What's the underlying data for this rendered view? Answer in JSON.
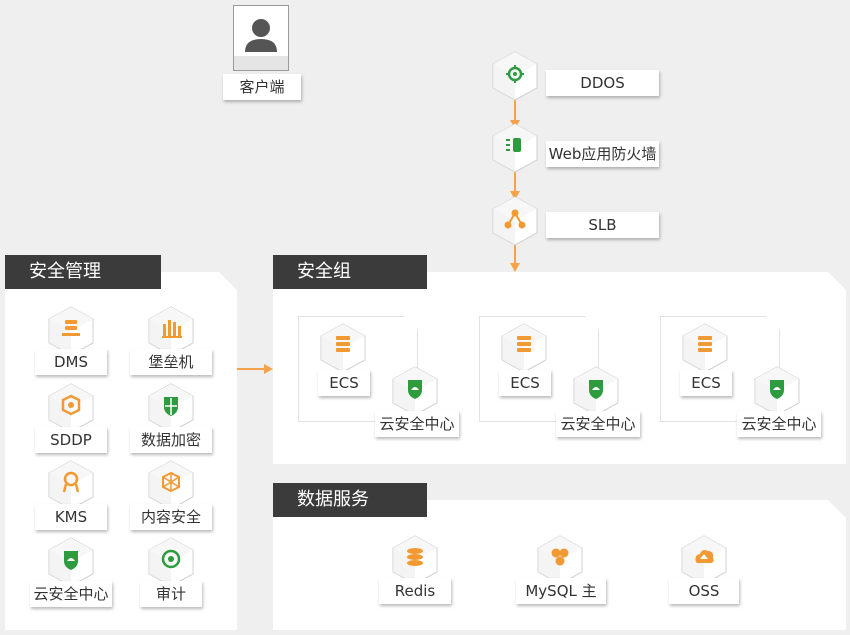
{
  "colors": {
    "accent_orange": "#f5a34a",
    "icon_orange": "#f19a33",
    "icon_green": "#2e9c3e",
    "panel_title_bg": "#3b3b3b",
    "background": "#efefef"
  },
  "client": {
    "label": "客户端",
    "icon": "user-icon"
  },
  "chain": [
    {
      "label": "DDOS",
      "icon": "ddos-icon"
    },
    {
      "label": "Web应用防火墙",
      "icon": "waf-icon"
    },
    {
      "label": "SLB",
      "icon": "slb-icon"
    }
  ],
  "security_management": {
    "title": "安全管理",
    "items": [
      {
        "label": "DMS",
        "icon": "dms-icon"
      },
      {
        "label": "堡垒机",
        "icon": "bastion-host-icon"
      },
      {
        "label": "SDDP",
        "icon": "sddp-icon"
      },
      {
        "label": "数据加密",
        "icon": "data-encryption-icon"
      },
      {
        "label": "KMS",
        "icon": "kms-icon"
      },
      {
        "label": "内容安全",
        "icon": "content-security-icon"
      },
      {
        "label": "云安全中心",
        "icon": "security-center-icon"
      },
      {
        "label": "审计",
        "icon": "audit-icon"
      }
    ]
  },
  "security_group": {
    "title": "安全组",
    "nodes": [
      {
        "ecs_label": "ECS",
        "center_label": "云安全中心"
      },
      {
        "ecs_label": "ECS",
        "center_label": "云安全中心"
      },
      {
        "ecs_label": "ECS",
        "center_label": "云安全中心"
      }
    ]
  },
  "data_services": {
    "title": "数据服务",
    "items": [
      {
        "label": "Redis",
        "icon": "redis-icon"
      },
      {
        "label": "MySQL 主",
        "icon": "mysql-icon"
      },
      {
        "label": "OSS",
        "icon": "oss-icon"
      }
    ]
  }
}
